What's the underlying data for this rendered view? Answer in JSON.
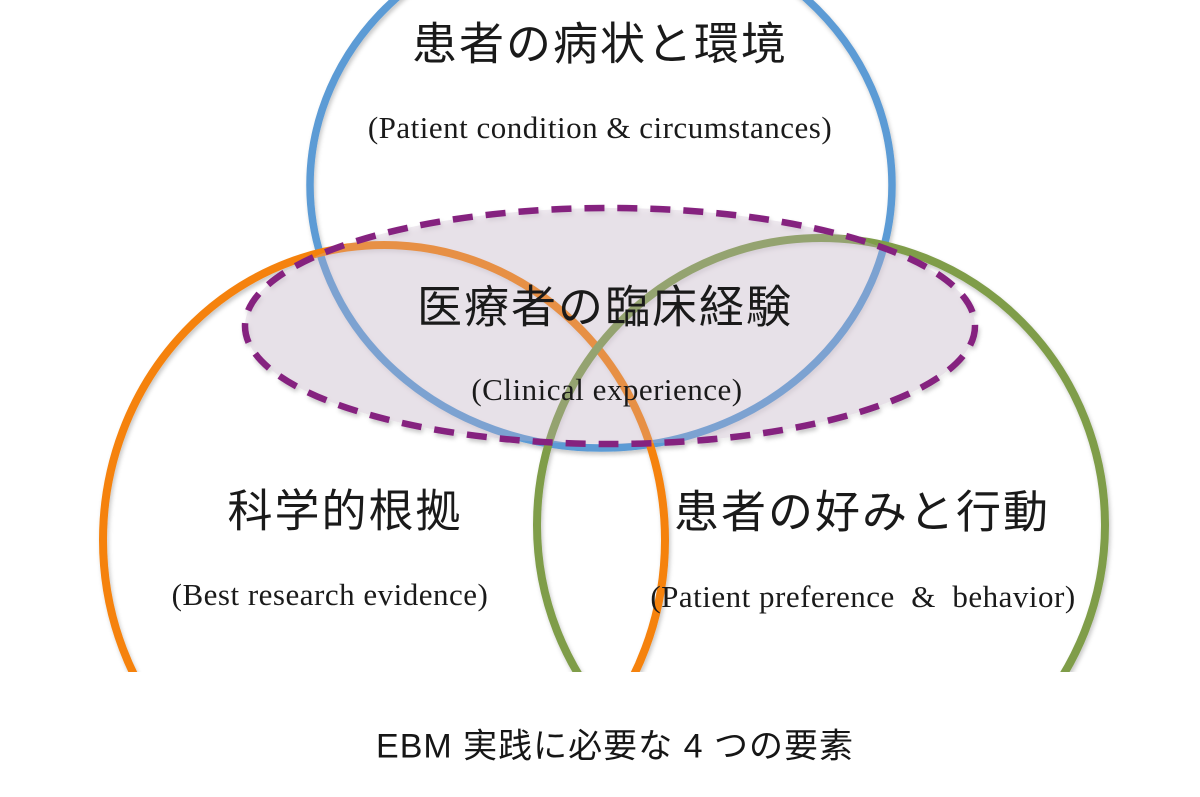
{
  "diagram": {
    "caption": "EBM 実践に必要な 4 つの要素",
    "sets": [
      {
        "id": "patient-condition",
        "label_ja": "患者の病状と環境",
        "label_en": "(Patient condition & circumstances)",
        "color": "#5B9BD5",
        "shape": "circle",
        "position": "top"
      },
      {
        "id": "clinical-experience",
        "label_ja": "医療者の臨床経験",
        "label_en": "(Clinical experience)",
        "color": "#85217F",
        "fill": "rgba(198,178,203,0.3)",
        "shape": "dashed-ellipse",
        "position": "center"
      },
      {
        "id": "best-research-evidence",
        "label_ja": "科学的根拠",
        "label_en": "(Best research evidence)",
        "color": "#F5820C",
        "shape": "circle",
        "position": "bottom-left"
      },
      {
        "id": "patient-preference",
        "label_ja": "患者の好みと行動",
        "label_en": "(Patient preference  &  behavior)",
        "color": "#7F9D48",
        "shape": "circle",
        "position": "bottom-right"
      }
    ]
  }
}
